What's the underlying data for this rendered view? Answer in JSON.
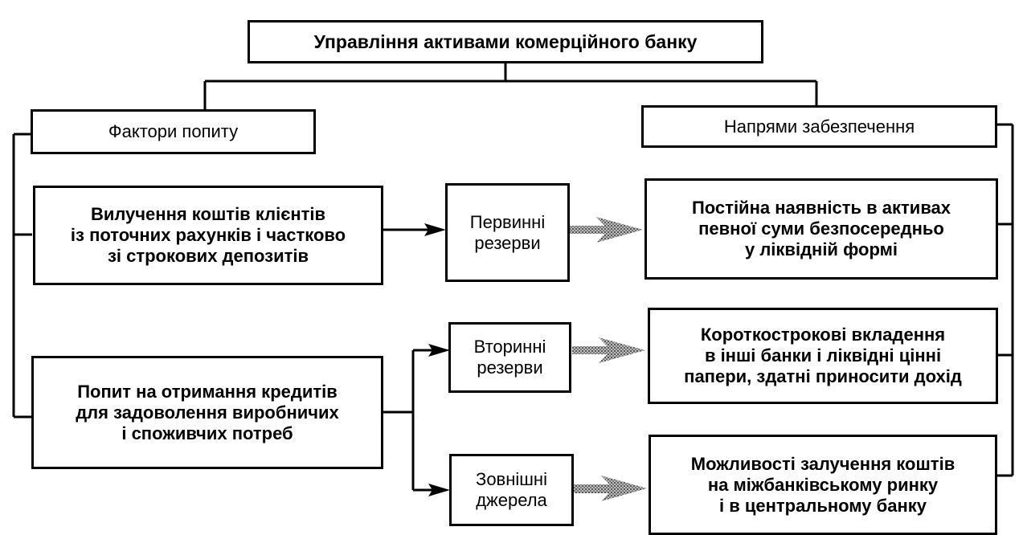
{
  "title": "Управління активами  комерційного банку",
  "left_header": "Фактори попиту",
  "right_header": "Напрями забезпечення",
  "factors": [
    {
      "id": "withdrawal",
      "text": "Вилучення коштів клієнтів\nіз поточних рахунків і частково\nзі строкових депозитів"
    },
    {
      "id": "credit-demand",
      "text": "Попит на отримання кредитів\nдля задоволення виробничих\nі споживчих потреб"
    }
  ],
  "sources": [
    {
      "id": "primary-reserves",
      "text": "Первинні\nрезерви"
    },
    {
      "id": "secondary-reserves",
      "text": "Вторинні\nрезерви"
    },
    {
      "id": "external-sources",
      "text": "Зовнішні\nджерела"
    }
  ],
  "directions": [
    {
      "id": "constant-liquidity",
      "text": "Постійна наявність в активах\nпевної суми безпосередньо\nу ліквідній формі"
    },
    {
      "id": "short-term-investments",
      "text": "Короткострокові вкладення\nв інші банки і ліквідні цінні\nпапери, здатні приносити дохід"
    },
    {
      "id": "interbank-borrowing",
      "text": "Можливості залучення коштів\nна міжбанківському ринку\nі в центральному банку"
    }
  ],
  "edges": [
    {
      "from": "withdrawal",
      "to": "primary-reserves",
      "style": "solid-arrow"
    },
    {
      "from": "credit-demand",
      "to": "secondary-reserves",
      "style": "solid-arrow"
    },
    {
      "from": "credit-demand",
      "to": "external-sources",
      "style": "solid-arrow"
    },
    {
      "from": "primary-reserves",
      "to": "constant-liquidity",
      "style": "hatched-arrow"
    },
    {
      "from": "secondary-reserves",
      "to": "short-term-investments",
      "style": "hatched-arrow"
    },
    {
      "from": "external-sources",
      "to": "interbank-borrowing",
      "style": "hatched-arrow"
    }
  ]
}
